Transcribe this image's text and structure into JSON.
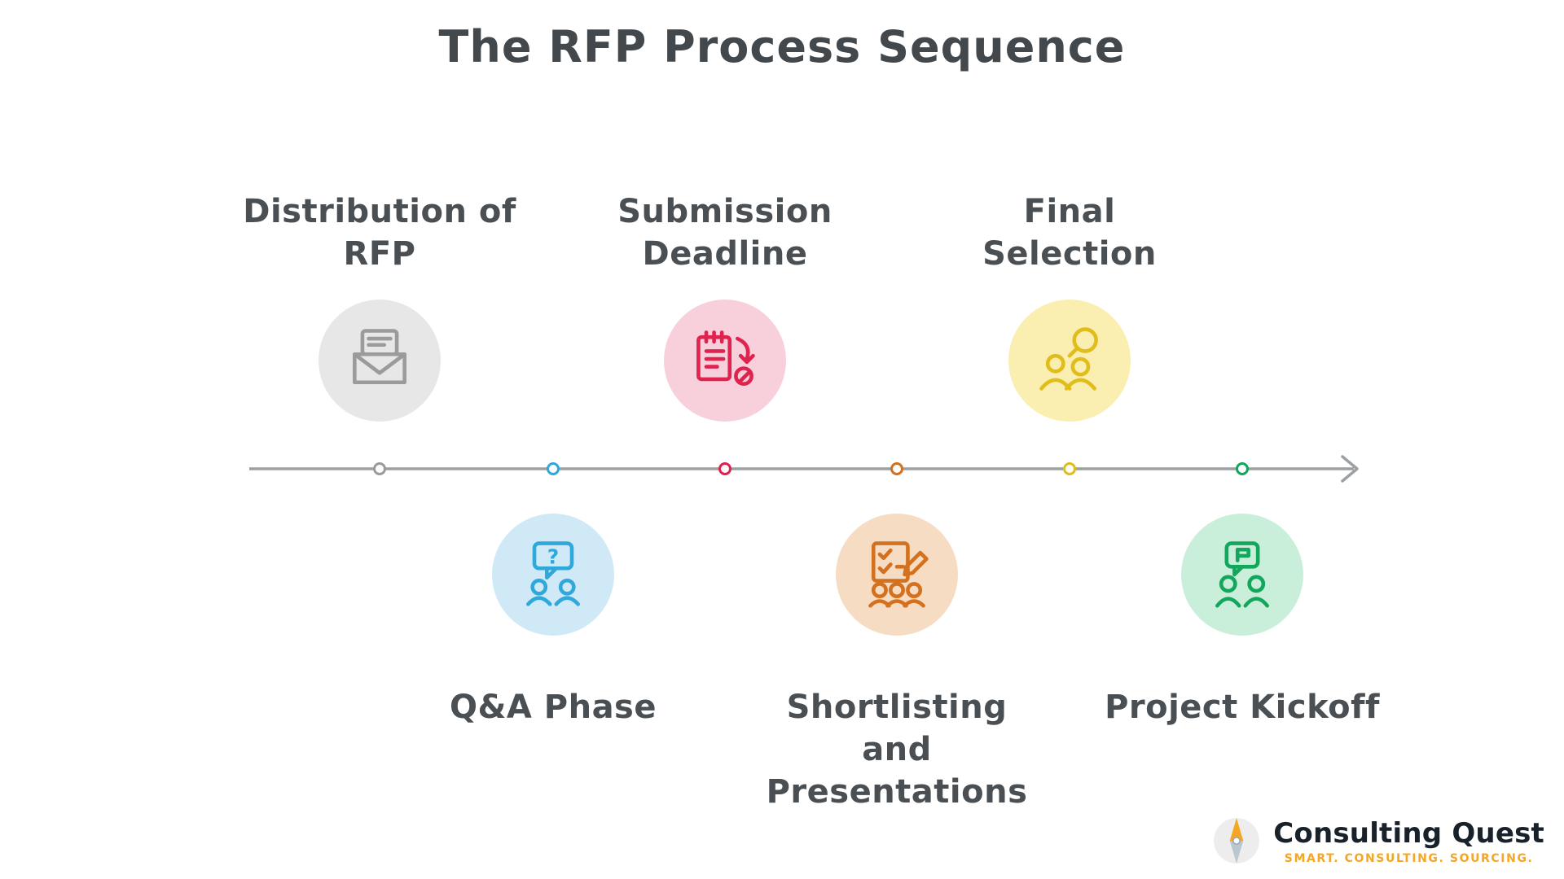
{
  "title": "The RFP Process Sequence",
  "steps": [
    {
      "label": "Distribution of\nRFP",
      "side": "above",
      "accent": "#9b9b9b",
      "circle_bg": "#e7e7e7",
      "icon": "envelope-letter-icon"
    },
    {
      "label": "Q&A Phase",
      "side": "below",
      "accent": "#2fa8dc",
      "circle_bg": "#cfe9f7",
      "icon": "question-chat-people-icon"
    },
    {
      "label": "Submission\nDeadline",
      "side": "above",
      "accent": "#e0234e",
      "circle_bg": "#f8d0db",
      "icon": "deadline-notepad-icon"
    },
    {
      "label": "Shortlisting\nand\nPresentations",
      "side": "below",
      "accent": "#d4711f",
      "circle_bg": "#f7dcc4",
      "icon": "shortlist-checklist-people-icon"
    },
    {
      "label": "Final\nSelection",
      "side": "above",
      "accent": "#e0bd1a",
      "circle_bg": "#faeeb0",
      "icon": "candidate-magnifier-icon"
    },
    {
      "label": "Project Kickoff",
      "side": "below",
      "accent": "#12a75c",
      "circle_bg": "#c9efda",
      "icon": "kickoff-discussion-icon"
    }
  ],
  "timeline": {
    "line_color": "#9aa0a3",
    "direction": "left-to-right-arrow"
  },
  "logo": {
    "brand": "Consulting Quest",
    "tagline": "SMART. CONSULTING. SOURCING.",
    "accent": "#f5a623",
    "icon": "compass-icon"
  }
}
